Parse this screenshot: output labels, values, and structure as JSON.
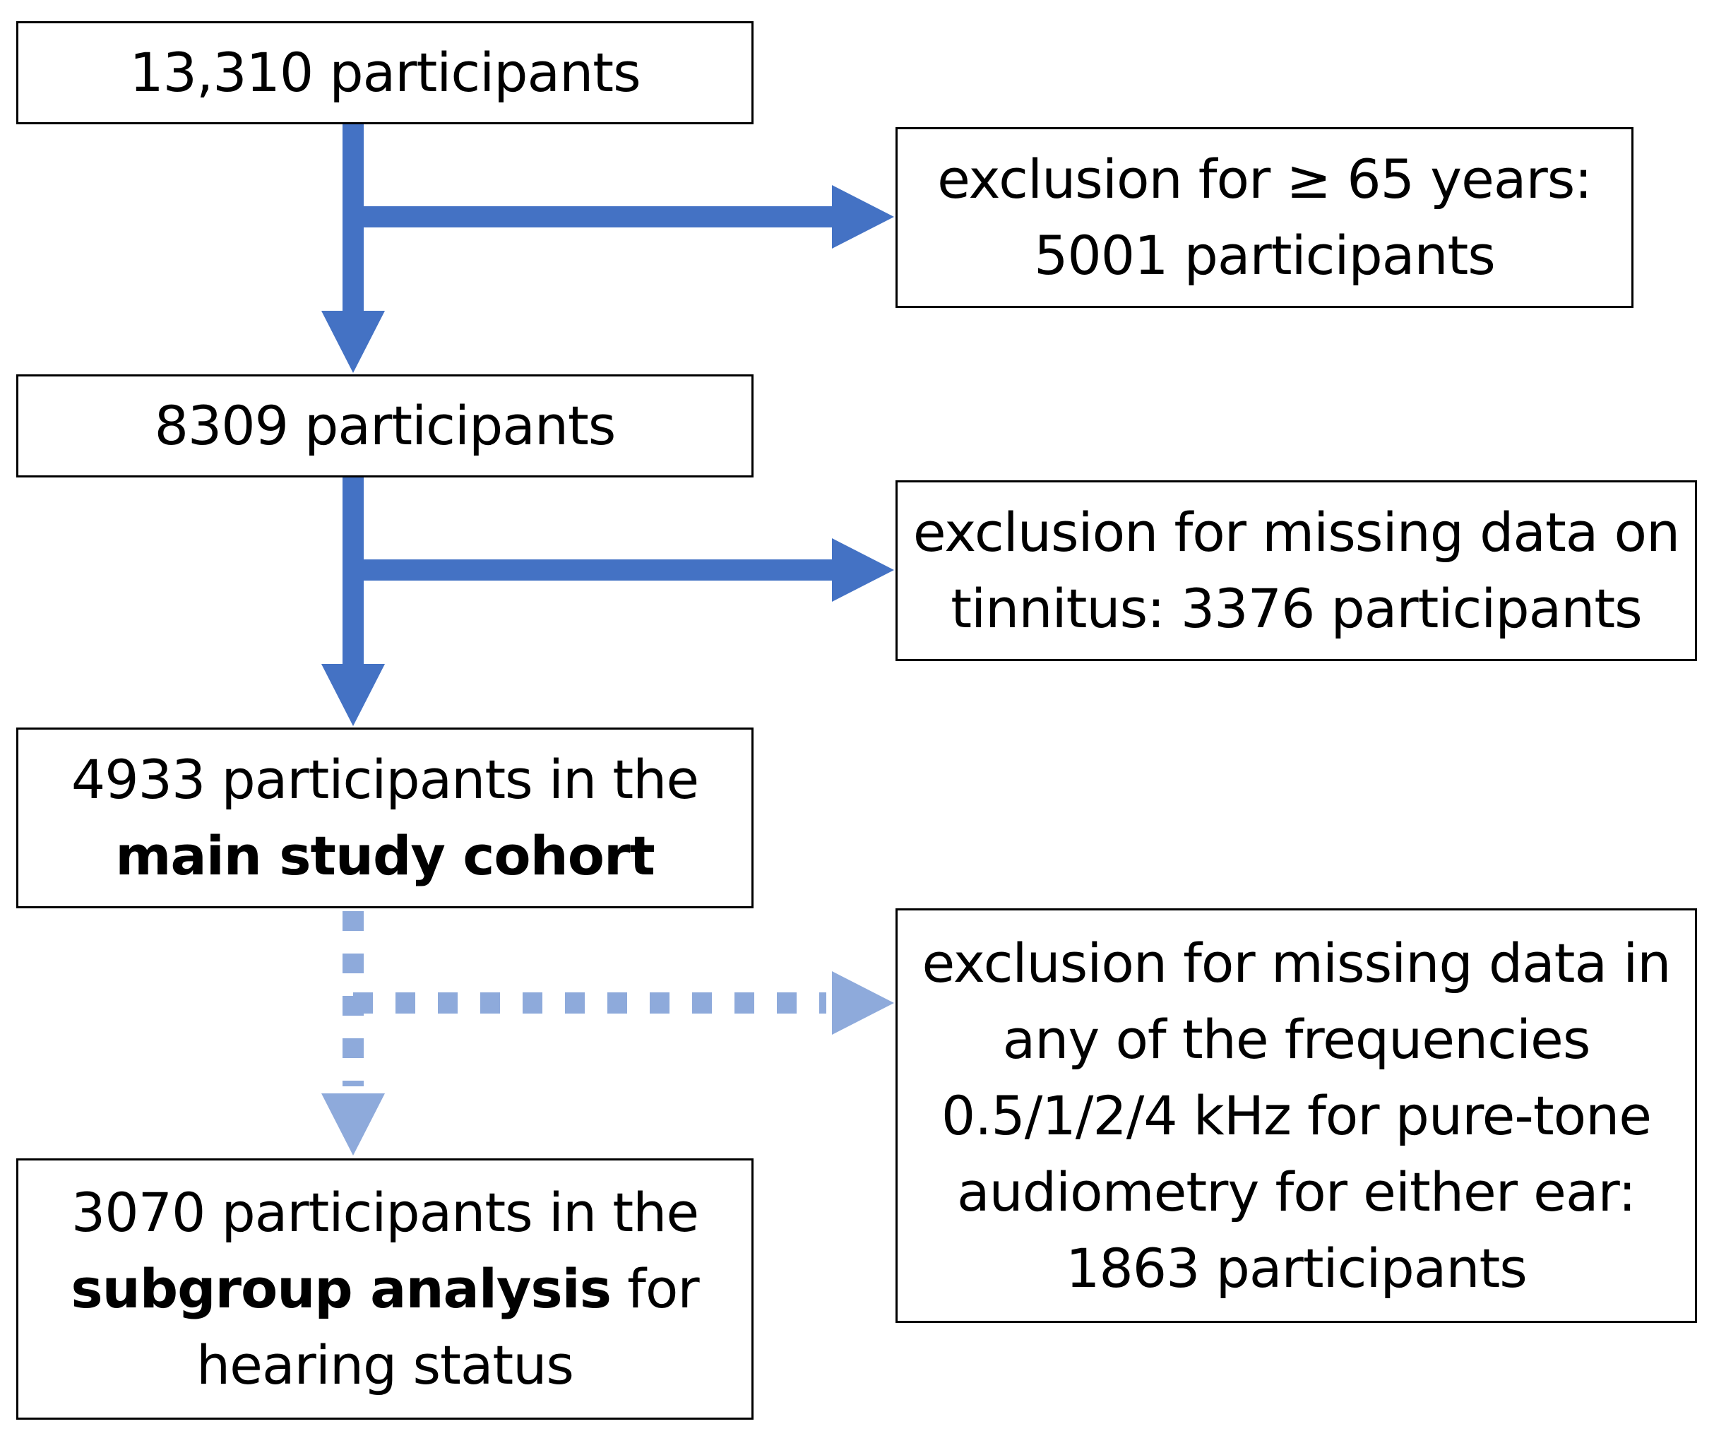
{
  "diagram": {
    "colors": {
      "arrow_solid": "#4472c4",
      "arrow_dashed": "#8eaadb",
      "box_border": "#000000",
      "box_fill": "#ffffff"
    },
    "nodes": {
      "total": {
        "line1": "13,310 participants"
      },
      "under65": {
        "line1": "8309 participants"
      },
      "main_cohort": {
        "line1": "4933 participants in the",
        "line2_bold": "main study cohort"
      },
      "subgroup": {
        "line1": "3070 participants in the",
        "line2_bold": "subgroup analysis",
        "line2_rest": " for",
        "line3": "hearing status"
      },
      "exclusion_age": {
        "line1": "exclusion for ≥ 65 years:",
        "line2": "5001 participants"
      },
      "exclusion_tinnitus": {
        "line1": "exclusion for missing data on",
        "line2": "tinnitus: 3376 participants"
      },
      "exclusion_audiometry": {
        "line1": "exclusion for missing data in",
        "line2": "any of the frequencies",
        "line3": "0.5/1/2/4 kHz for pure-tone",
        "line4": "audiometry for either ear:",
        "line5": "1863 participants"
      }
    },
    "edges": [
      {
        "from": "total",
        "to": "under65",
        "style": "solid"
      },
      {
        "from": "total",
        "to": "exclusion_age",
        "style": "solid"
      },
      {
        "from": "under65",
        "to": "main_cohort",
        "style": "solid"
      },
      {
        "from": "under65",
        "to": "exclusion_tinnitus",
        "style": "solid"
      },
      {
        "from": "main_cohort",
        "to": "subgroup",
        "style": "dashed"
      },
      {
        "from": "main_cohort",
        "to": "exclusion_audiometry",
        "style": "dashed"
      }
    ]
  }
}
